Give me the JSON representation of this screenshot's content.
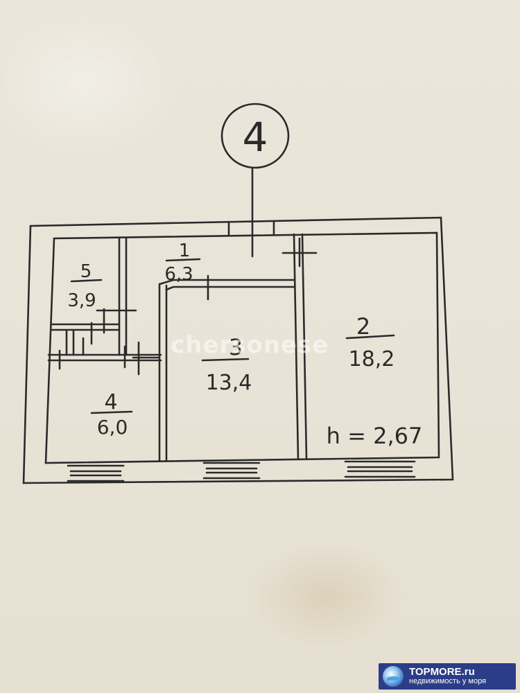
{
  "plan": {
    "apartment_number": "4",
    "ceiling_height": "h = 2,67",
    "rooms": [
      {
        "number": "1",
        "area": "6,3"
      },
      {
        "number": "2",
        "area": "18,2"
      },
      {
        "number": "3",
        "area": "13,4"
      },
      {
        "number": "4",
        "area": "6,0"
      },
      {
        "number": "5",
        "area": "3,9"
      }
    ]
  },
  "watermark": "chersonese",
  "brand": {
    "name": "TOPMORE.ru",
    "slogan": "недвижимость у моря"
  }
}
